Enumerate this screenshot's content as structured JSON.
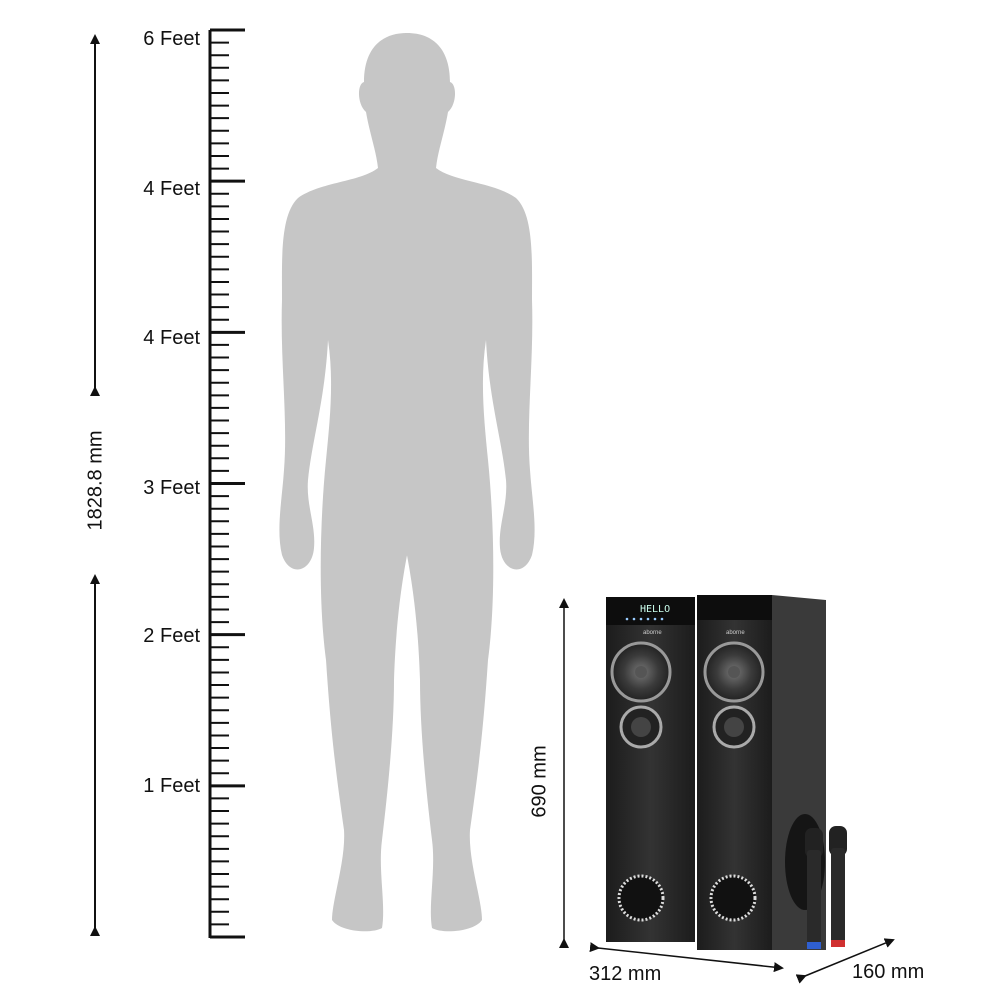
{
  "ruler": {
    "labels": [
      "6 Feet",
      "4 Feet",
      "4 Feet",
      "3 Feet",
      "2 Feet",
      "1 Feet"
    ]
  },
  "dimensions": {
    "person_height": "1828.8 mm",
    "speaker_height": "690 mm",
    "speaker_width": "312 mm",
    "speaker_depth": "160 mm"
  },
  "product": {
    "display_text": "HELLO",
    "brand_logo": "aborne"
  },
  "colors": {
    "silhouette": "#c6c6c6",
    "speaker_body": "#2a2a2a",
    "ink": "#111111",
    "mic_blue": "#2f5fd0",
    "mic_red": "#d03030"
  }
}
